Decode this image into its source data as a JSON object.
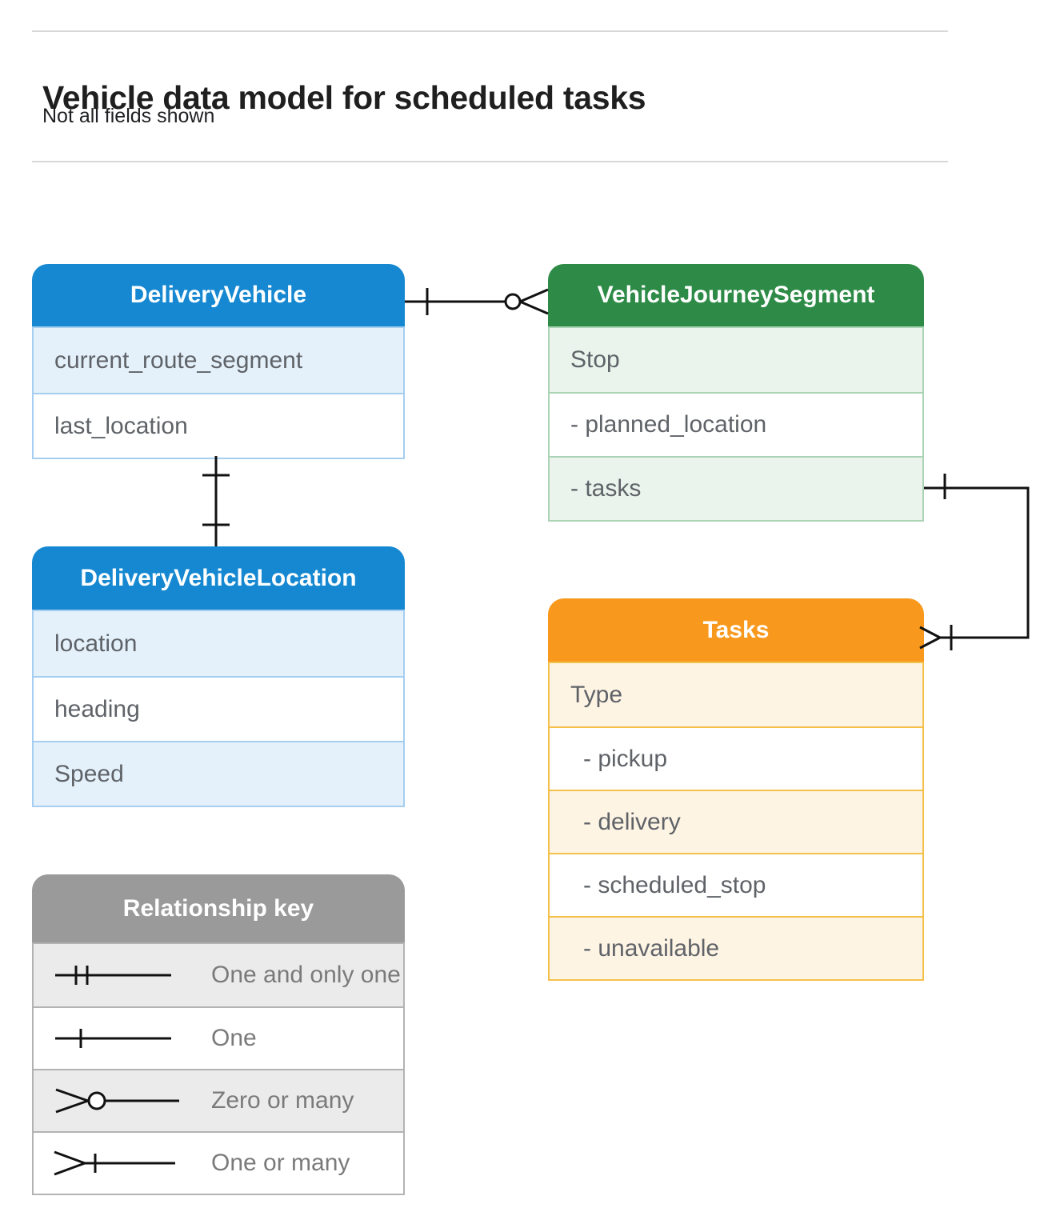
{
  "page": {
    "title": "Vehicle data model for scheduled tasks",
    "subtitle": "Not all fields shown"
  },
  "entities": [
    {
      "name": "DeliveryVehicle",
      "theme_color": "#1588d1",
      "tint_color": "#e4f1fb",
      "fields": [
        {
          "label": "current_route_segment"
        },
        {
          "label": "last_location"
        }
      ]
    },
    {
      "name": "VehicleJourneySegment",
      "theme_color": "#2e8b47",
      "tint_color": "#eaf4ec",
      "fields": [
        {
          "label": "Stop"
        },
        {
          "label": "- planned_location"
        },
        {
          "label": "- tasks"
        }
      ]
    },
    {
      "name": "DeliveryVehicleLocation",
      "theme_color": "#1588d1",
      "tint_color": "#e4f1fb",
      "fields": [
        {
          "label": "location"
        },
        {
          "label": "heading"
        },
        {
          "label": "Speed"
        }
      ]
    },
    {
      "name": "Tasks",
      "theme_color": "#f8991d",
      "tint_color": "#fef4e4",
      "fields": [
        {
          "label": "Type"
        },
        {
          "label": "- pickup"
        },
        {
          "label": "- delivery"
        },
        {
          "label": "- scheduled_stop"
        },
        {
          "label": "- unavailable"
        }
      ]
    }
  ],
  "relationships": [
    {
      "from": "DeliveryVehicle",
      "from_cardinality": "one",
      "to": "VehicleJourneySegment",
      "to_cardinality": "zero or many"
    },
    {
      "from": "DeliveryVehicle",
      "from_cardinality": "one",
      "to": "DeliveryVehicleLocation",
      "to_cardinality": "one"
    },
    {
      "from": "VehicleJourneySegment.tasks",
      "from_cardinality": "one",
      "to": "Tasks",
      "to_cardinality": "one or many"
    }
  ],
  "legend": {
    "title": "Relationship key",
    "items": [
      {
        "symbol": "one-and-only-one",
        "label": "One and only one"
      },
      {
        "symbol": "one",
        "label": "One"
      },
      {
        "symbol": "zero-or-many",
        "label": "Zero or many"
      },
      {
        "symbol": "one-or-many",
        "label": "One or many"
      }
    ]
  },
  "colors": {
    "blue_header": "#1588d1",
    "blue_tint": "#e4f1fb",
    "blue_border": "#a6cef0",
    "green_header": "#2e8b47",
    "green_tint": "#eaf4ec",
    "green_border": "#abd3b5",
    "orange_header": "#f8991d",
    "orange_tint": "#fef4e4",
    "orange_border": "#f5c04a",
    "gray_header": "#9a9a9a",
    "gray_tint": "#ebebeb",
    "gray_border": "#b3b3b3",
    "field_text": "#5f6368",
    "legend_text": "#7a7a7a",
    "connector": "#111111",
    "divider": "#d8d8d8"
  }
}
